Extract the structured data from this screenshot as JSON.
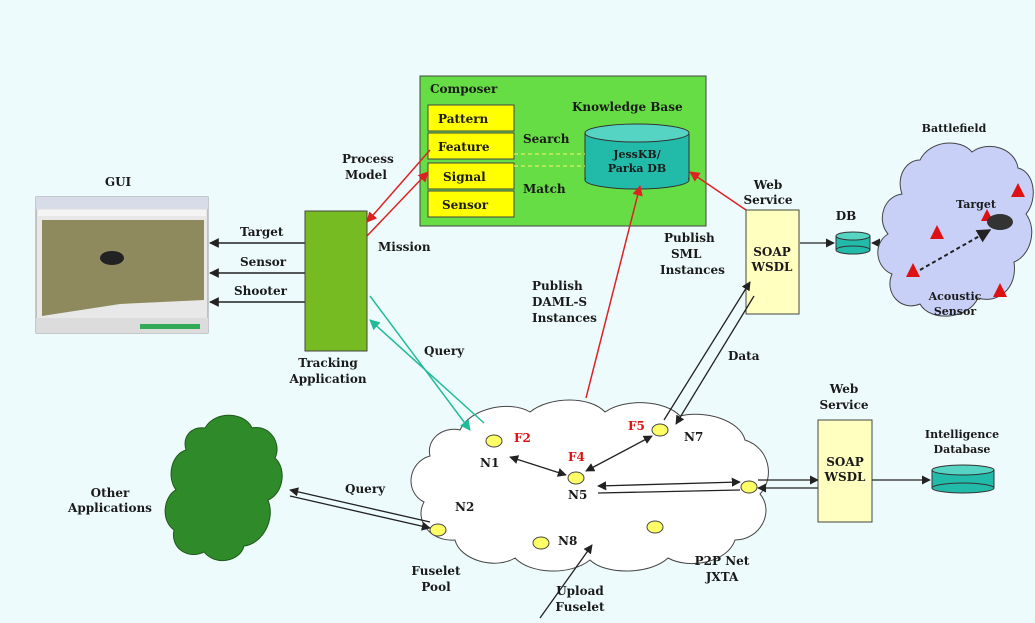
{
  "composer": {
    "title": "Composer",
    "boxes": [
      "Pattern",
      "Feature",
      "Signal",
      "Sensor"
    ],
    "kb_title": "Knowledge Base",
    "kb_db_line1": "JessKB/",
    "kb_db_line2": "Parka DB",
    "search": "Search",
    "match": "Match"
  },
  "gui": {
    "title": "GUI"
  },
  "gui_links": {
    "target": "Target",
    "sensor": "Sensor",
    "shooter": "Shooter"
  },
  "labels": {
    "process_model_1": "Process",
    "process_model_2": "Model",
    "mission": "Mission",
    "tracking_1": "Tracking",
    "tracking_2": "Application",
    "query_top": "Query",
    "publish_daml_1": "Publish",
    "publish_daml_2": "DAML-S",
    "publish_daml_3": "Instances",
    "publish_sml_1": "Publish",
    "publish_sml_2": "SML",
    "publish_sml_3": "Instances",
    "data": "Data",
    "other_apps_1": "Other",
    "other_apps_2": "Applications",
    "query_left": "Query",
    "fuselet_pool_1": "Fuselet",
    "fuselet_pool_2": "Pool",
    "upload_1": "Upload",
    "upload_2": "Fuselet",
    "p2p_1": "P2P Net",
    "p2p_2": "JXTA"
  },
  "web_service_top": {
    "line1": "Web",
    "line2": "Service",
    "soap": "SOAP",
    "wsdl": "WSDL"
  },
  "web_service_bottom": {
    "line1": "Web",
    "line2": "Service",
    "soap": "SOAP",
    "wsdl": "WSDL"
  },
  "db": "DB",
  "battlefield": {
    "title": "Battlefield",
    "target": "Target",
    "acoustic_1": "Acoustic",
    "acoustic_2": "Sensor"
  },
  "intel": {
    "line1": "Intelligence",
    "line2": "Database"
  },
  "nodes": {
    "n1": "N1",
    "n2": "N2",
    "n5": "N5",
    "n7": "N7",
    "n8": "N8"
  },
  "fuselets": {
    "f2": "F2",
    "f4": "F4",
    "f5": "F5"
  },
  "colors": {
    "composer_bg": "#66dd44",
    "composer_box": "#ffff00",
    "kb_cylinder": "#22bbaa",
    "tracking_box": "#77bb22",
    "ws_box": "#ffffc0",
    "tree": "#2f8a2a",
    "cloud_net": "#ffffff",
    "cloud_battle": "#c8d0f8",
    "node": "#ffff66",
    "fuselet_red": "#dd1111",
    "arrow_red": "#dd2222",
    "arrow_teal": "#22bb99"
  }
}
